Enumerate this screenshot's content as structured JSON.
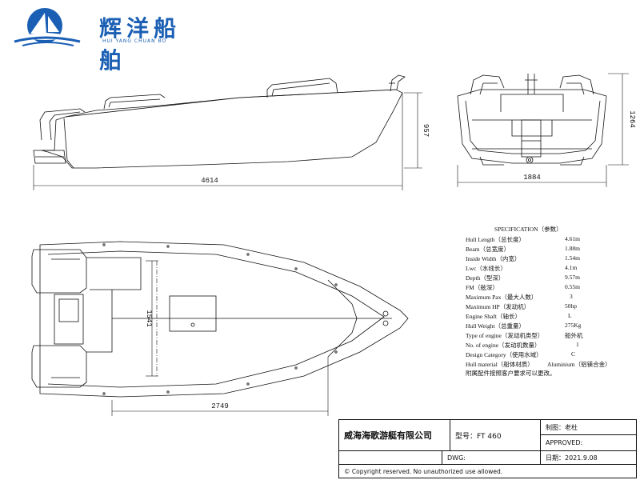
{
  "brand": {
    "name": "辉洋船舶",
    "subtitle": "HUI YANG CHUAN BO",
    "color": "#1a5fb4"
  },
  "dimensions": {
    "side_length": "4614",
    "side_height": "957",
    "front_beam": "1884",
    "front_height": "1264",
    "top_width": "1541",
    "top_length": "2749"
  },
  "specification": {
    "title": "SPECIFICATION（参数）",
    "rows": [
      {
        "label": "Hull Length（总长度）",
        "value": "4.61m"
      },
      {
        "label": "Beam（总宽度）",
        "value": "1.88m"
      },
      {
        "label": "Inside Width（内宽）",
        "value": "1.54m"
      },
      {
        "label": "Lwc（水线长）",
        "value": "4.1m"
      },
      {
        "label": "Depth（型深）",
        "value": "9.57m"
      },
      {
        "label": "FM（舷深）",
        "value": "0.55m"
      },
      {
        "label": "Maximum Pax（最大人数）",
        "value": "3"
      },
      {
        "label": "Maximum HP（发动机）",
        "value": "50hp"
      },
      {
        "label": "Engine Shaft（轴长）",
        "value": "L"
      },
      {
        "label": "Hull Weight（总重量）",
        "value": "275Kg"
      },
      {
        "label": "Type of engine（发动机类型）",
        "value": "船外机"
      },
      {
        "label": "No. of engine（发动机数量）",
        "value": "1"
      },
      {
        "label": "Design Category（使用水域）",
        "value": "C"
      },
      {
        "label": "Hull material（船体材质）",
        "value": "Aluminium（铝镁合金）"
      }
    ],
    "note": "附属配件按照客户要求可以更改。"
  },
  "title_block": {
    "company": "威海海歌游艇有限公司",
    "model": "型号：FT 460",
    "drawn": "制图：老杜",
    "approved": "APPROVED:",
    "dwg": "DWG:",
    "date": "日期：2021.9.08",
    "copyright": "© Copyright reserved. No unauthorized use allowed."
  }
}
